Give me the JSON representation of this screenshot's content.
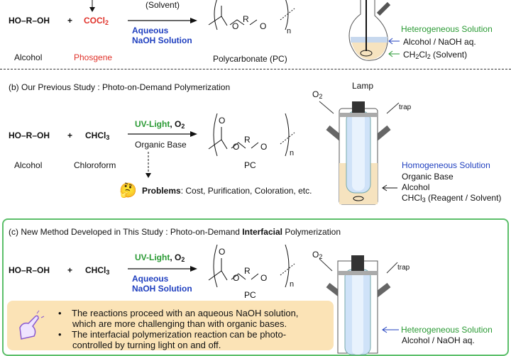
{
  "section_a": {
    "solvent_note": "(Solvent)",
    "reactant1": "HO–R–OH",
    "plus": "+",
    "reactant2": "COCl",
    "reactant2_sub": "2",
    "condition": [
      "Aqueous",
      "NaOH Solution"
    ],
    "label1": "Alcohol",
    "label2": "Phosgene",
    "product_label": "Polycarbonate (PC)",
    "flask_labels": {
      "state": "Heterogeneous Solution",
      "upper": "Alcohol / NaOH aq.",
      "lower_pre": "CH",
      "lower_sub1": "2",
      "lower_mid": "Cl",
      "lower_sub2": "2",
      "lower_post": " (Solvent)"
    }
  },
  "polymer": {
    "o_carbonyl": "O",
    "o1": "O",
    "r": "R",
    "o2": "O",
    "n": "n"
  },
  "section_b": {
    "title": "(b) Our Previous Study : Photo-on-Demand Polymerization",
    "reactant1": "HO–R–OH",
    "plus": "+",
    "reactant2": "CHCl",
    "reactant2_sub": "3",
    "cond_light": "UV-Light",
    "cond_o2": ", O",
    "cond_o2_sub": "2",
    "cond_below": "Organic Base",
    "label1": "Alcohol",
    "label2": "Chloroform",
    "product_label": "PC",
    "problems_label": "Problems",
    "problems_text": ": Cost, Purification, Coloration, etc.",
    "reactor": {
      "lamp": "Lamp",
      "o2": "O",
      "o2_sub": "2",
      "trap": "trap"
    },
    "labels": {
      "state": "Homogeneous Solution",
      "l1": "Organic Base",
      "l2": "Alcohol",
      "l3_pre": "CHCl",
      "l3_sub": "3",
      "l3_post": " (Reagent / Solvent)"
    }
  },
  "section_c": {
    "title_pre": "(c) New Method Developed in This Study : Photo-on-Demand ",
    "title_bold": "Interfacial",
    "title_post": " Polymerization",
    "reactant1": "HO–R–OH",
    "plus": "+",
    "reactant2": "CHCl",
    "reactant2_sub": "3",
    "cond_light": "UV-Light",
    "cond_o2": ", O",
    "cond_o2_sub": "2",
    "condition": [
      "Aqueous",
      "NaOH Solution"
    ],
    "product_label": "PC",
    "bullets": [
      "The reactions proceed with an aqueous NaOH solution,",
      "which are more challenging than with organic bases.",
      "The interfacial polymerization reaction can be photo-",
      "controlled by turning light on and off."
    ],
    "reactor": {
      "o2": "O",
      "o2_sub": "2",
      "trap": "trap"
    },
    "labels": {
      "state": "Heterogeneous Solution",
      "l1": "Alcohol / NaOH aq."
    }
  },
  "colors": {
    "red": "#e0322a",
    "blue": "#1f3fbf",
    "green": "#2a9a34",
    "box_border": "#5cbf6a",
    "note_bg": "#fbe3b6"
  }
}
